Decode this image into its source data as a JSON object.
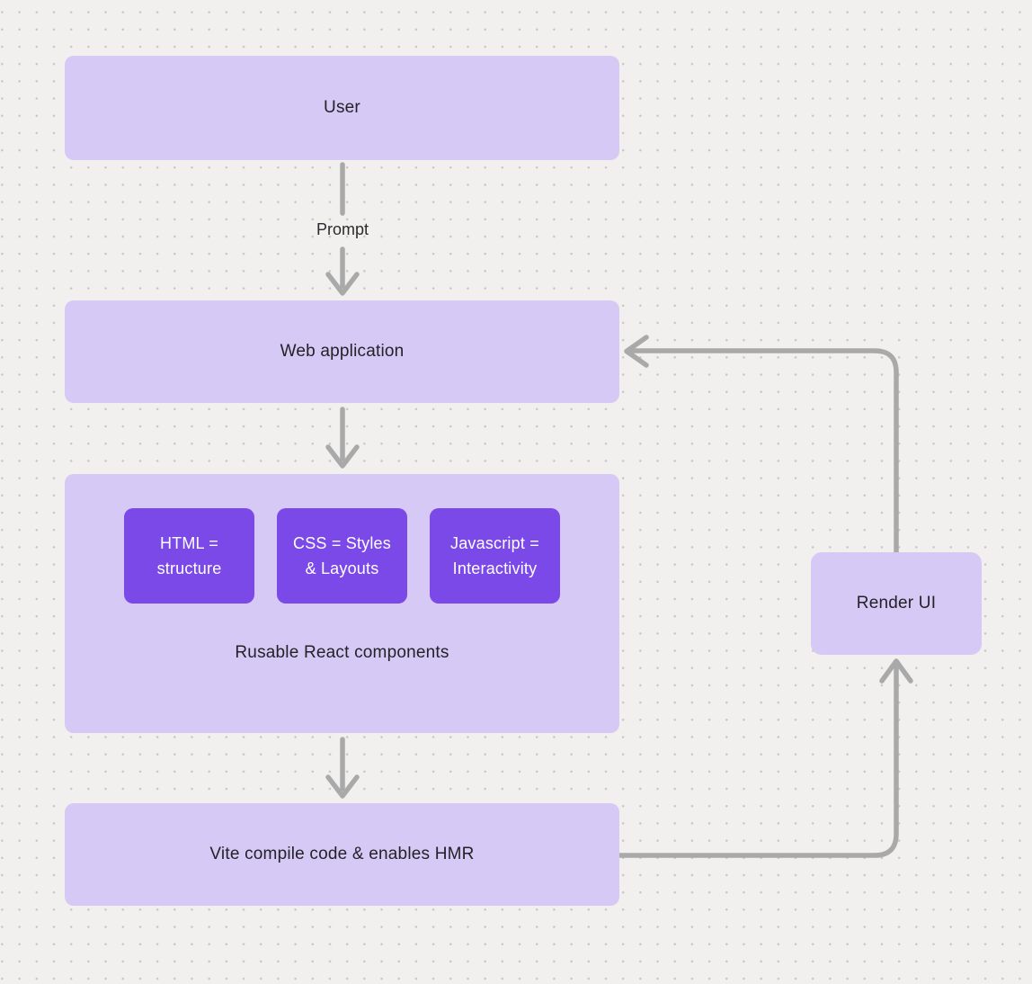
{
  "diagram": {
    "title_context": "React + Vite web app flow diagram",
    "colors": {
      "background": "#f1f0ee",
      "dot_grid": "#c9c7c4",
      "node_fill": "#d7c9f6",
      "chip_fill": "#7b49e8",
      "chip_text": "#ffffff",
      "node_text": "#232227",
      "connector": "#a9a9a9"
    },
    "nodes": {
      "user": {
        "label": "User"
      },
      "web_application": {
        "label": "Web application"
      },
      "components": {
        "caption": "Rusable React components",
        "items": [
          {
            "line1": "HTML =",
            "line2": "structure"
          },
          {
            "line1": "CSS = Styles",
            "line2": "& Layouts"
          },
          {
            "line1": "Javascript =",
            "line2": "Interactivity"
          }
        ]
      },
      "vite": {
        "label": "Vite compile code & enables HMR"
      },
      "render_ui": {
        "label": "Render UI"
      }
    },
    "edges": {
      "prompt_label": "Prompt"
    }
  }
}
